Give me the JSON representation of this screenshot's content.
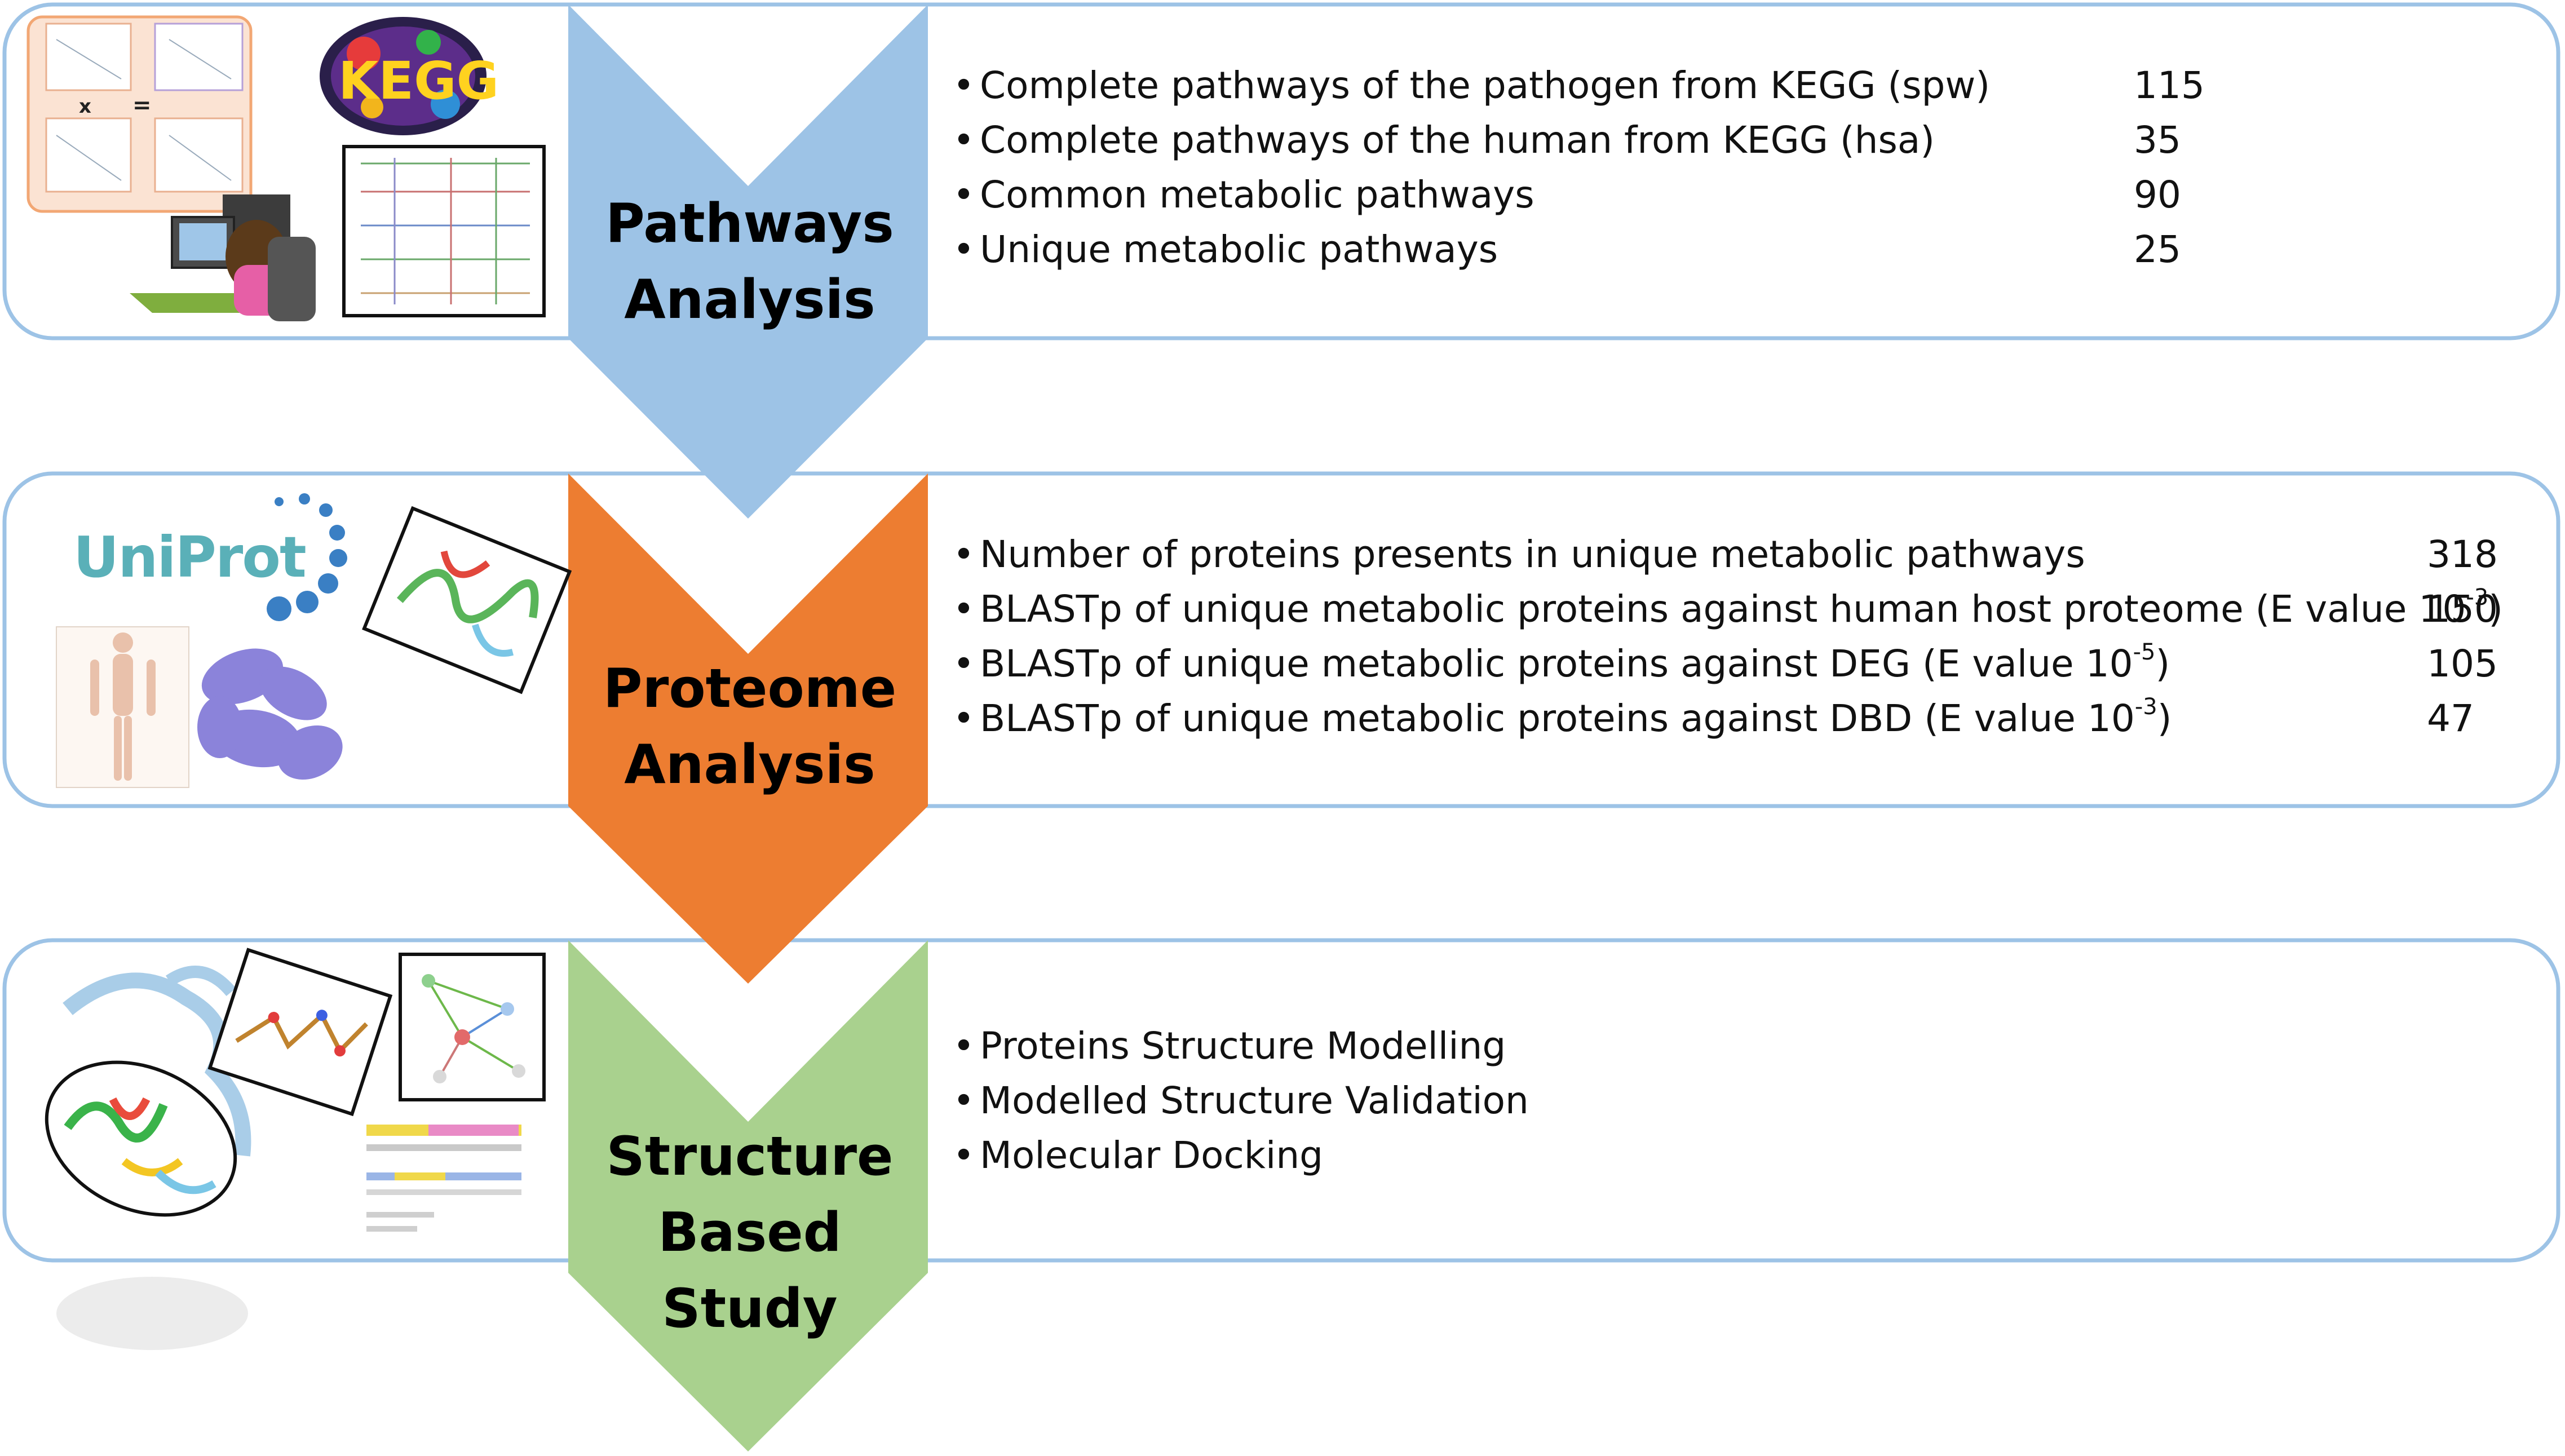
{
  "stages": [
    {
      "title_line1": "Pathways",
      "title_line2": "Analysis",
      "color": "#9dc3e6",
      "image_icons": [
        "kegg-logo-icon",
        "pathway-map-icon",
        "computer-user-icon"
      ],
      "items": [
        {
          "text": "Complete pathways of the pathogen from KEGG (spw)",
          "value": "115"
        },
        {
          "text": "Complete pathways of the human from KEGG (hsa)",
          "value": "35"
        },
        {
          "text": "Common metabolic pathways",
          "value": "90"
        },
        {
          "text": "Unique metabolic pathways",
          "value": "25"
        }
      ]
    },
    {
      "title_line1": "Proteome",
      "title_line2": "Analysis",
      "color": "#ed7d31",
      "logo_text": "UniProt",
      "image_icons": [
        "uniprot-logo-icon",
        "human-body-icon",
        "protein-structure-icon"
      ],
      "items": [
        {
          "text": "Number of proteins presents in unique metabolic pathways",
          "value": "318"
        },
        {
          "text": "BLASTp of unique metabolic proteins against human host proteome (E value 10",
          "sup": "-3",
          "after": ")",
          "value": "150"
        },
        {
          "text": "BLASTp of unique metabolic proteins against DEG (E value 10",
          "sup": "-5",
          "after": ")",
          "value": "105"
        },
        {
          "text": "BLASTp of unique metabolic proteins against DBD (E value 10",
          "sup": "-3",
          "after": ")",
          "value": "47"
        }
      ]
    },
    {
      "title_line1": "Structure",
      "title_line2": "Based Study",
      "color": "#a9d18e",
      "image_icons": [
        "protein-model-icon",
        "ligand-icon",
        "interaction-network-icon",
        "alignment-icon"
      ],
      "items": [
        {
          "text": "Proteins Structure Modelling"
        },
        {
          "text": "Modelled Structure Validation"
        },
        {
          "text": "Molecular Docking"
        }
      ]
    }
  ],
  "bullet_char": "•"
}
